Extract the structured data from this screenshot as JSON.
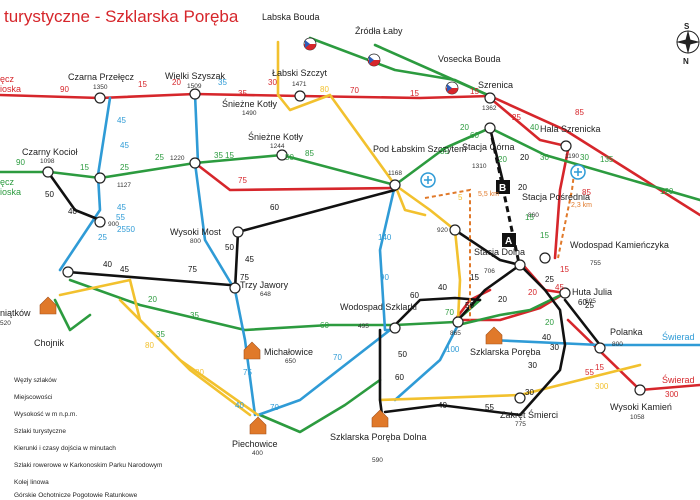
{
  "map": {
    "title": "turystyczne - Szklarska Poręba",
    "compass": {
      "s": "S",
      "n": "N"
    },
    "colors": {
      "red": "#d6262b",
      "blue": "#2f9bd6",
      "green": "#2c9b3f",
      "yellow": "#f2c12e",
      "black": "#111111",
      "orange": "#e0792a",
      "node": "#ffffff",
      "shelter": "#e0792a"
    },
    "nodes": [
      {
        "id": "czarna-przelecz",
        "name": "Czarna Przełęcz",
        "alt": "1350"
      },
      {
        "id": "wielki-szyszak",
        "name": "Wielki Szyszak",
        "alt": "1509"
      },
      {
        "id": "labski-szczyt",
        "name": "Łabski Szczyt",
        "alt": "1471"
      },
      {
        "id": "snieznie-kotly",
        "name": "Śnieżne Kotły",
        "alt": "1490"
      },
      {
        "id": "labska-bouda",
        "name": "Labska Bouda",
        "alt": ""
      },
      {
        "id": "zrodla-laby",
        "name": "Źródła Łaby",
        "alt": ""
      },
      {
        "id": "vosecka-bouda",
        "name": "Vosecka Bouda",
        "alt": ""
      },
      {
        "id": "szrenica",
        "name": "Szrenica",
        "alt": "1362"
      },
      {
        "id": "hala-szrenicka",
        "name": "Hala Szrenicka",
        "alt": "1190"
      },
      {
        "id": "stacja-gorna",
        "name": "Stacja Górna",
        "alt": "1310"
      },
      {
        "id": "pod-labskim-szczytem",
        "name": "Pod Łabskim Szczytem",
        "alt": "1168"
      },
      {
        "id": "czarny-kociol",
        "name": "Czarny Kocioł",
        "alt": "1098"
      },
      {
        "id": "n1127",
        "name": "",
        "alt": "1127"
      },
      {
        "id": "n1220",
        "name": "",
        "alt": "1220"
      },
      {
        "id": "snieznie-kotly-2",
        "name": "Śnieżne Kotły",
        "alt": "1244"
      },
      {
        "id": "stacja-posrednia",
        "name": "Stacja Pośrednia",
        "alt": "860"
      },
      {
        "id": "n900",
        "name": "",
        "alt": "900"
      },
      {
        "id": "wysoki-most",
        "name": "Wysoki Most",
        "alt": "800"
      },
      {
        "id": "n920",
        "name": "",
        "alt": "920"
      },
      {
        "id": "stacja-dolna",
        "name": "Stacja Dolna",
        "alt": "706"
      },
      {
        "id": "wodospad-kamienczyka",
        "name": "Wodospad Kamieńczyka",
        "alt": "755"
      },
      {
        "id": "trzy-jawory",
        "name": "Trzy Jawory",
        "alt": "648"
      },
      {
        "id": "huta-julia",
        "name": "Huta Julia",
        "alt": "695"
      },
      {
        "id": "wodospad-szklarki",
        "name": "Wodospad Szklarki",
        "alt": "495"
      },
      {
        "id": "n865",
        "name": "",
        "alt": "865"
      },
      {
        "id": "michalowice",
        "name": "Michałowice",
        "alt": "650"
      },
      {
        "id": "szklarska-poreba",
        "name": "Szklarska Poręba",
        "alt": ""
      },
      {
        "id": "polanka",
        "name": "Polanka",
        "alt": "800"
      },
      {
        "id": "jakuszyce-partial",
        "name": "niątków",
        "alt": "520"
      },
      {
        "id": "chojnik",
        "name": "Chojnik",
        "alt": ""
      },
      {
        "id": "szklarska-poreba-dolna",
        "name": "Szklarska Poręba Dolna",
        "alt": "590"
      },
      {
        "id": "zakret-smierci",
        "name": "Zakręt Śmierci",
        "alt": "775"
      },
      {
        "id": "wysoki-kamien",
        "name": "Wysoki Kamień",
        "alt": "1058"
      },
      {
        "id": "piechowice",
        "name": "Piechowice",
        "alt": "400"
      }
    ],
    "edge_labels": [
      "90",
      "15",
      "20",
      "35",
      "30",
      "35",
      "70",
      "15",
      "15",
      "25",
      "90",
      "45",
      "15",
      "25",
      "25",
      "45",
      "15",
      "75",
      "20",
      "35",
      "40",
      "60",
      "20",
      "30",
      "30",
      "85",
      "135",
      "120",
      "50",
      "40",
      "45",
      "50",
      "25",
      "35",
      "40",
      "55",
      "25",
      "20",
      "20",
      "15",
      "15",
      "100",
      "50",
      "70",
      "60",
      "60",
      "40",
      "60",
      "70",
      "50",
      "60",
      "40",
      "55",
      "20",
      "35",
      "80",
      "35",
      "75",
      "80",
      "75",
      "45",
      "80",
      "85",
      "140",
      "15",
      "90",
      "40",
      "70",
      "50",
      "55",
      "5",
      "20",
      "20",
      "25",
      "40",
      "60",
      "75",
      "50",
      "45",
      "300",
      "15",
      "30",
      "15",
      "30",
      "45",
      "25",
      "20",
      "300",
      "85",
      "30"
    ],
    "distances": [
      "5,5 km",
      "2,3 km"
    ],
    "lift_labels": [
      "B",
      "A"
    ],
    "edge_fragments": [
      {
        "text": "ęcz",
        "color": "red"
      },
      {
        "text": "ioska",
        "color": "red"
      },
      {
        "text": "ęcz",
        "color": "green"
      },
      {
        "text": "ioska",
        "color": "green"
      },
      {
        "text": "Świerad",
        "color": "blue"
      },
      {
        "text": "Świerad",
        "color": "red"
      }
    ],
    "legend": [
      "Węzły szlaków",
      "Miejscowości",
      "Wysokość w m n.p.m.",
      "Szlaki turystyczne",
      "Kierunki i czasy dojścia w minutach",
      "Szlaki rowerowe w Karkonoskim Parku Narodowym",
      "Kolej linowa",
      "Górskie Ochotnicze Pogotowie Ratunkowe"
    ]
  }
}
